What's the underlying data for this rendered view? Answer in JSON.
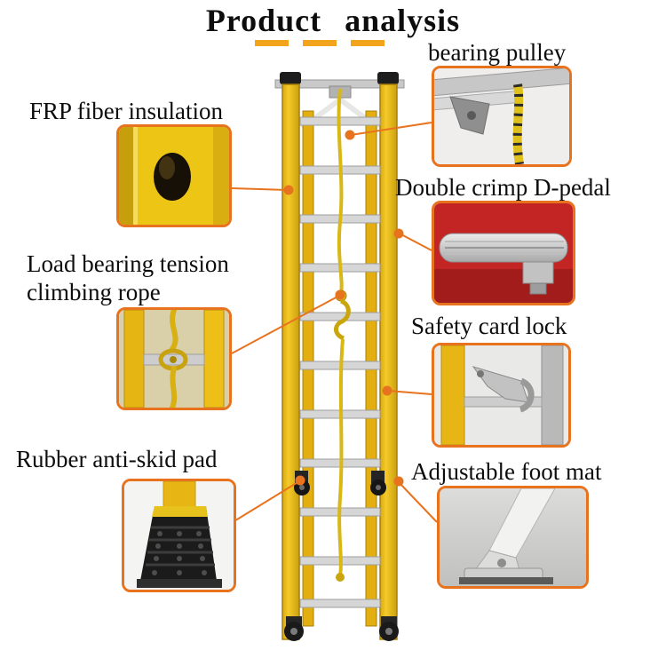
{
  "title": "Product analysis",
  "callouts": {
    "bearing_pulley": {
      "label": "bearing pulley"
    },
    "frp": {
      "label": "FRP fiber insulation"
    },
    "d_pedal": {
      "label": "Double crimp D-pedal"
    },
    "rope": {
      "label": "Load bearing tension climbing rope"
    },
    "lock": {
      "label": "Safety card lock"
    },
    "pad": {
      "label": "Rubber anti-skid pad"
    },
    "mat": {
      "label": "Adjustable foot mat"
    }
  },
  "colors": {
    "accent_orange": "#e8731f",
    "dash_yellow": "#f2a41c",
    "ladder_yellow": "#f1bf16",
    "pedal_red": "#c32424",
    "rope_yellow": "#d9b715"
  }
}
